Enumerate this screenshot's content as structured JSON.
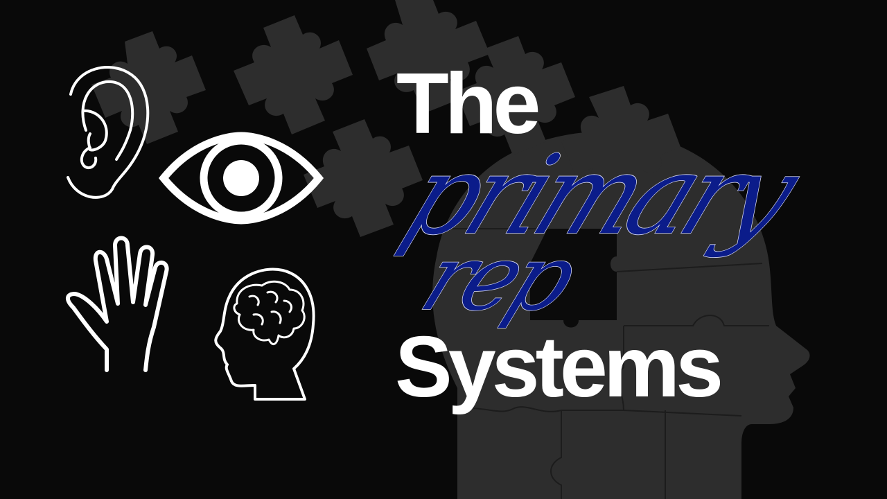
{
  "title": {
    "line1": "The",
    "script_line1": "primary",
    "script_line2": "rep",
    "line3": "Systems"
  },
  "icons": [
    {
      "name": "ear-icon",
      "meaning": "auditory"
    },
    {
      "name": "eye-icon",
      "meaning": "visual"
    },
    {
      "name": "hand-icon",
      "meaning": "kinesthetic"
    },
    {
      "name": "head-brain-icon",
      "meaning": "auditory digital"
    }
  ],
  "colors": {
    "background": "#090909",
    "puzzle": "#2d2d2d",
    "heading": "#ffffff",
    "script": "#0b1c8a",
    "script_outline": "#d9dcf5"
  }
}
